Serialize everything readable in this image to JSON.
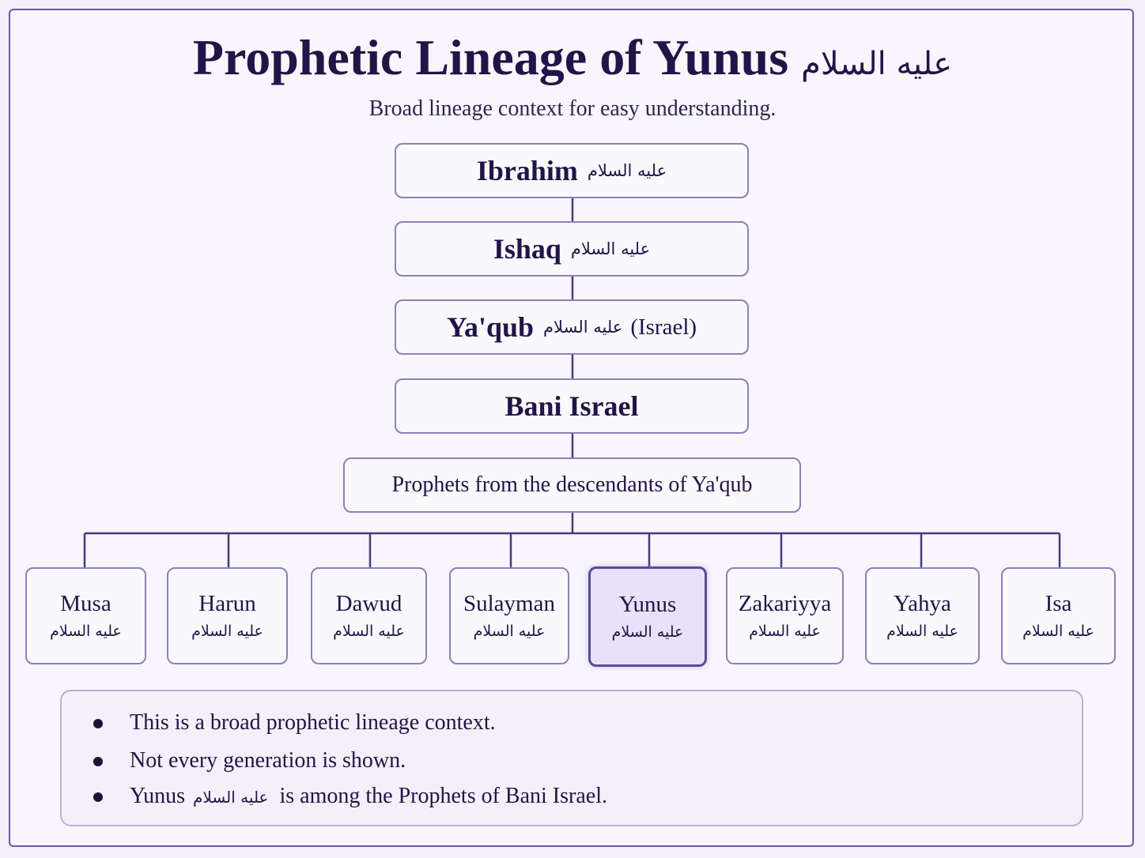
{
  "title": {
    "main": "Prophetic Lineage of Yunus",
    "honorific": "عليه السلام"
  },
  "subtitle": "Broad lineage context for easy understanding.",
  "chain": [
    {
      "name": "Ibrahim",
      "honorific": "عليه السلام",
      "extra": ""
    },
    {
      "name": "Ishaq",
      "honorific": "عليه السلام",
      "extra": ""
    },
    {
      "name": "Ya'qub",
      "honorific": "عليه السلام",
      "extra": "(Israel)"
    },
    {
      "name": "Bani Israel",
      "honorific": "",
      "extra": ""
    }
  ],
  "group_label": "Prophets from the descendants of Ya'qub",
  "prophets": [
    {
      "name": "Musa",
      "honorific": "عليه السلام",
      "highlighted": false
    },
    {
      "name": "Harun",
      "honorific": "عليه السلام",
      "highlighted": false
    },
    {
      "name": "Dawud",
      "honorific": "عليه السلام",
      "highlighted": false
    },
    {
      "name": "Sulayman",
      "honorific": "عليه السلام",
      "highlighted": false
    },
    {
      "name": "Yunus",
      "honorific": "عليه السلام",
      "highlighted": true
    },
    {
      "name": "Zakariyya",
      "honorific": "عليه السلام",
      "highlighted": false
    },
    {
      "name": "Yahya",
      "honorific": "عليه السلام",
      "highlighted": false
    },
    {
      "name": "Isa",
      "honorific": "عليه السلام",
      "highlighted": false
    }
  ],
  "notes": [
    {
      "before": "This is a broad prophetic lineage context.",
      "honorific": "",
      "after": ""
    },
    {
      "before": "Not every generation is shown.",
      "honorific": "",
      "after": ""
    },
    {
      "before": "Yunus",
      "honorific": "عليه السلام",
      "after": "is among the Prophets of Bani Israel."
    }
  ],
  "colors": {
    "frame_border": "#6a5a9e",
    "node_border": "#8d80b8",
    "connector": "#4a3a7a",
    "highlight_fill": "#e8e1fa",
    "text": "#221446"
  }
}
